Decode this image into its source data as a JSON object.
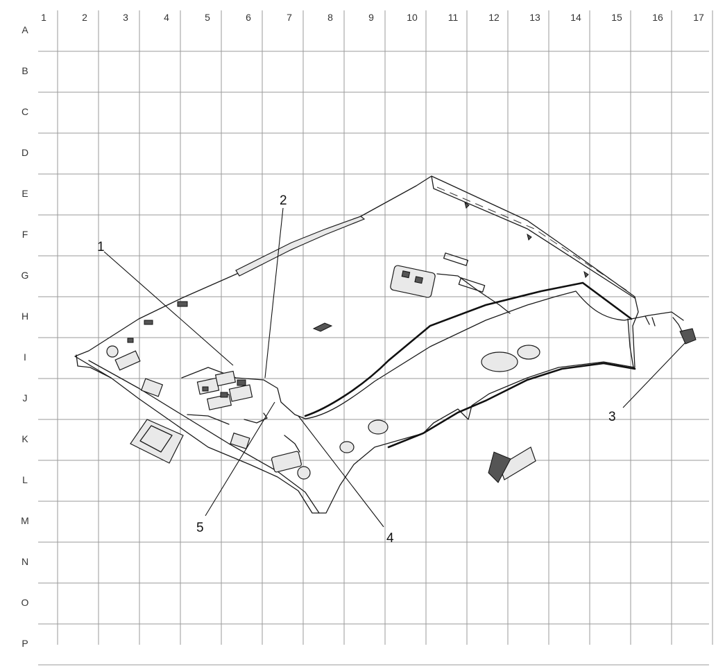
{
  "diagram": {
    "columns": [
      "1",
      "2",
      "3",
      "4",
      "5",
      "6",
      "7",
      "8",
      "9",
      "10",
      "11",
      "12",
      "13",
      "14",
      "15",
      "16",
      "17"
    ],
    "rows": [
      "A",
      "B",
      "C",
      "D",
      "E",
      "F",
      "G",
      "H",
      "I",
      "J",
      "K",
      "L",
      "M",
      "N",
      "O",
      "P"
    ],
    "callouts": [
      {
        "label": "1"
      },
      {
        "label": "2"
      },
      {
        "label": "3"
      },
      {
        "label": "4"
      },
      {
        "label": "5"
      }
    ],
    "colors": {
      "grid": "#9a9a9a",
      "ink": "#1a1a1a",
      "background": "#ffffff"
    }
  }
}
